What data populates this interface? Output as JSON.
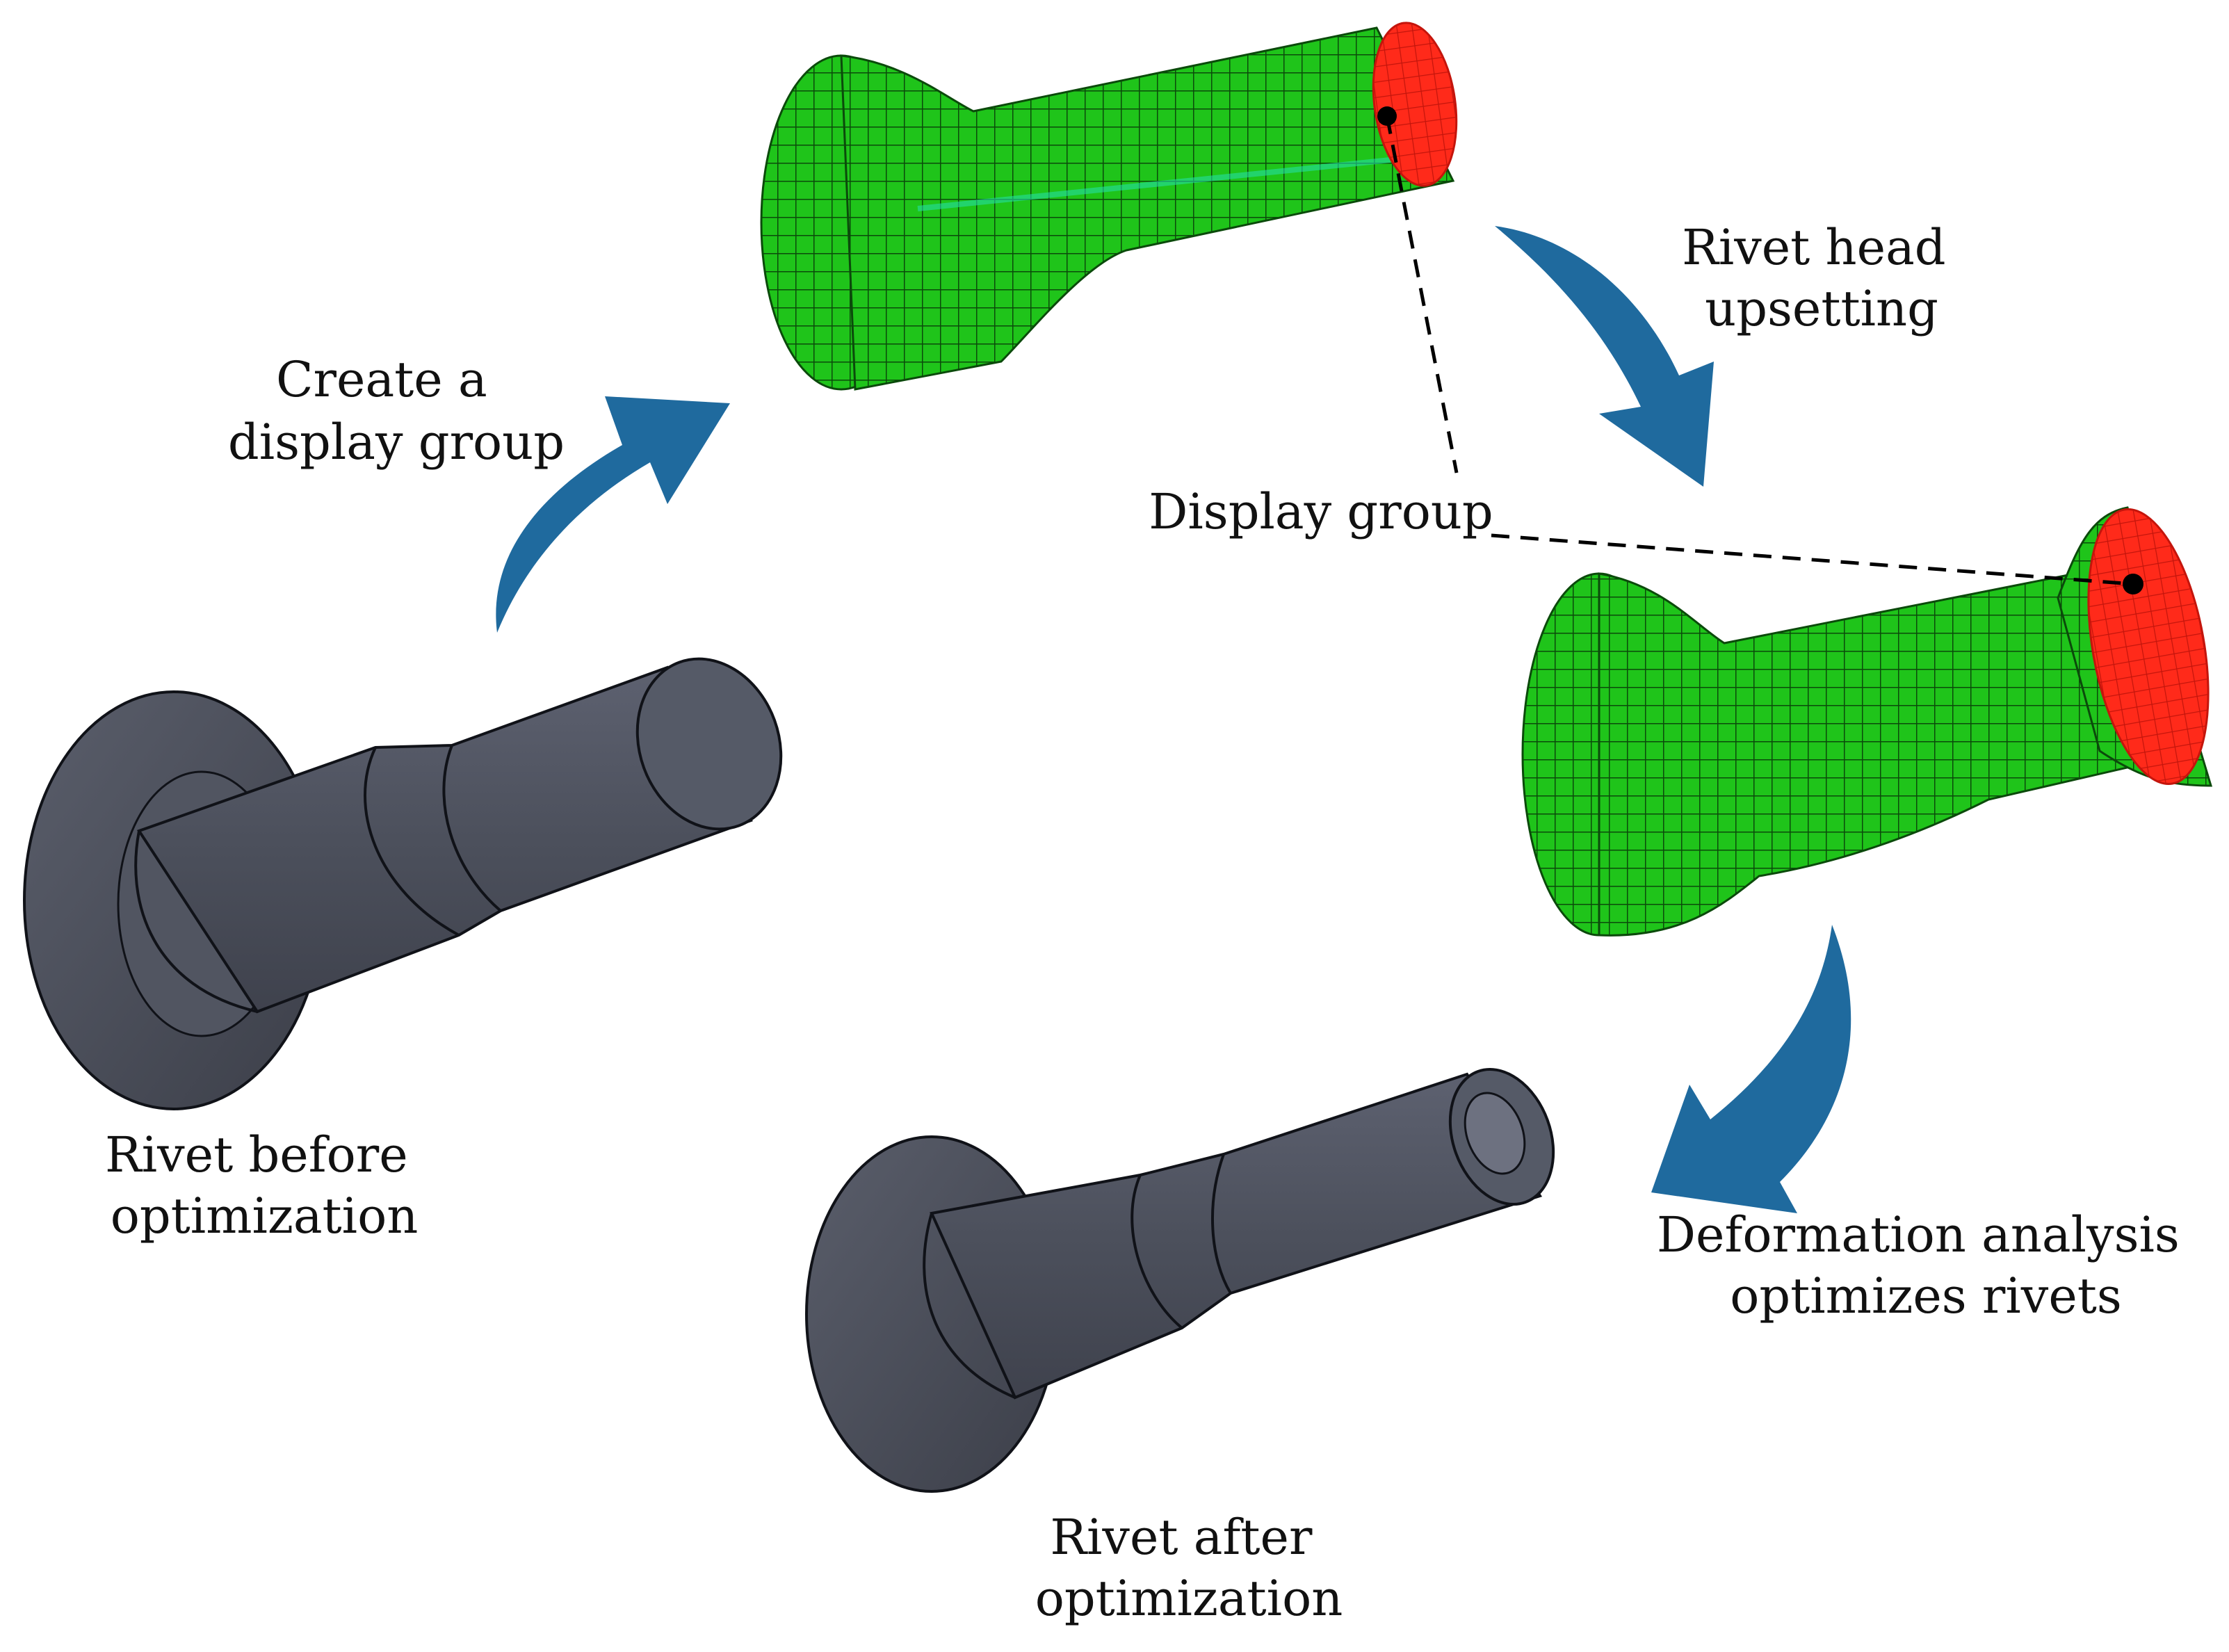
{
  "labels": {
    "rivet_before": [
      "Rivet before",
      "optimization"
    ],
    "create_display_group": [
      "Create a",
      "display group"
    ],
    "rivet_head_upsetting": [
      "Rivet head",
      "upsetting"
    ],
    "display_group": "Display group",
    "deformation_analysis": [
      "Deformation analysis",
      "optimizes rivets"
    ],
    "rivet_after": [
      "Rivet after",
      "optimization"
    ]
  },
  "colors": {
    "arrow": "#1f6a9e",
    "mesh_green": "#1fc41a",
    "mesh_line": "#0b4a0b",
    "display_red": "#ff2a1a",
    "rivet_body": "#4f5360",
    "rivet_edge": "#101218"
  },
  "icons": [
    "curved-arrow",
    "meshed-rivet",
    "solid-rivet",
    "leader-line-dot"
  ]
}
